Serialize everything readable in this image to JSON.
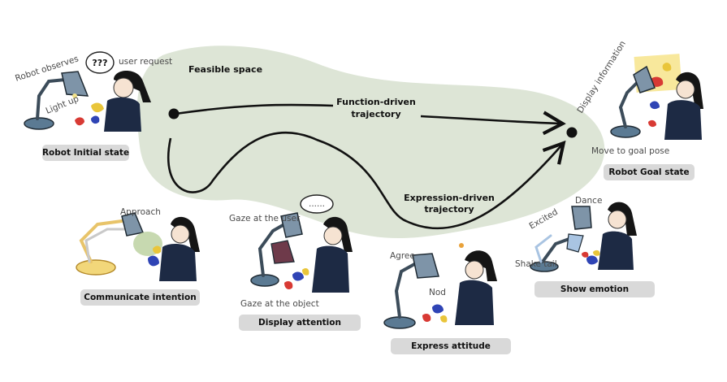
{
  "diagram": {
    "region_label": "Feasible space",
    "trajectories": {
      "function": {
        "line1": "Function-driven",
        "line2": "trajectory"
      },
      "expression": {
        "line1": "Expression-driven",
        "line2": "trajectory"
      }
    },
    "states": {
      "initial": "Robot Initial state",
      "goal": "Robot Goal state"
    },
    "behaviors": {
      "communicate": "Communicate intention",
      "attention": "Display attention",
      "attitude": "Express attitude",
      "emotion": "Show emotion"
    },
    "annotations": {
      "robot_observes": "Robot observes",
      "user_request": "user request",
      "bubble_question": "???",
      "light_up": "Light up",
      "display_information": "Display information",
      "move_to_goal": "Move to goal pose",
      "approach": "Approach",
      "gaze_user": "Gaze at the user",
      "gaze_object": "Gaze at the object",
      "bubble_dots": "......",
      "agree": "Agree",
      "nod": "Nod",
      "excited": "Excited",
      "dance": "Dance",
      "shake_tail": "Shake tail"
    },
    "colors": {
      "feasible_space": "#dde5d6",
      "lamp": "#7e94a8",
      "pill": "#d9d9d9"
    }
  }
}
